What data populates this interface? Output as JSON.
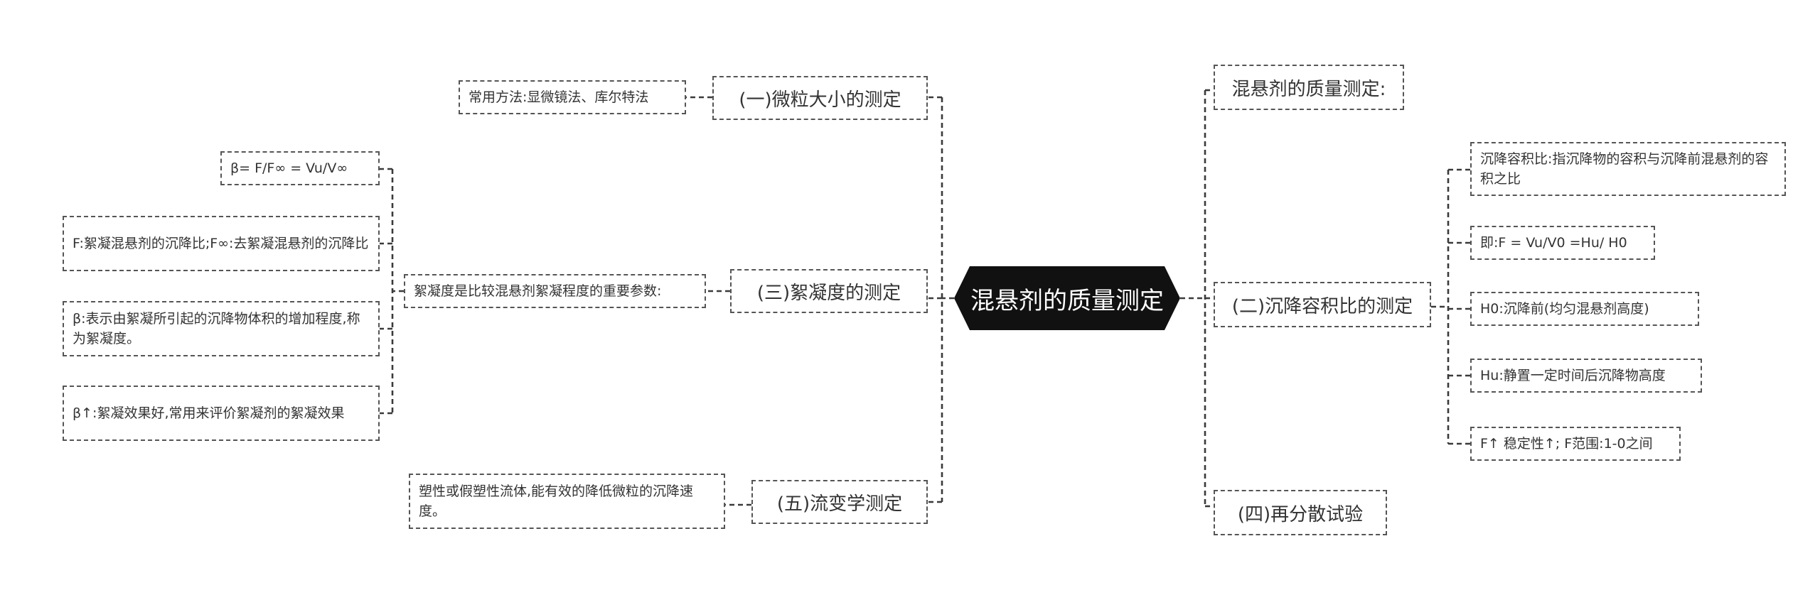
{
  "root": "混悬剂的质量测定",
  "right": {
    "quality": "混悬剂的质量测定:",
    "sedimentation": {
      "title": "(二)沉降容积比的测定",
      "items": [
        "沉降容积比:指沉降物的容积与沉降前混悬剂的容积之比",
        "即:F = Vu/V0 =Hu/ H0",
        "H0:沉降前(均匀混悬剂高度)",
        "Hu:静置一定时间后沉降物高度",
        "F↑ 稳定性↑; F范围:1-0之间"
      ]
    },
    "redispersion": "(四)再分散试验"
  },
  "left": {
    "particle_size": {
      "title": "(一)微粒大小的测定",
      "detail": "常用方法:显微镜法、库尔特法"
    },
    "flocculation": {
      "title": "(三)絮凝度的测定",
      "detail": "絮凝度是比较混悬剂絮凝程度的重要参数:",
      "items": [
        "β= F/F∞ = Vu/V∞",
        "F:絮凝混悬剂的沉降比;F∞:去絮凝混悬剂的沉降比",
        "β:表示由絮凝所引起的沉降物体积的增加程度,称为絮凝度。",
        "β↑:絮凝效果好,常用来评价絮凝剂的絮凝效果"
      ]
    },
    "rheology": {
      "title": "(五)流变学测定",
      "detail": "塑性或假塑性流体,能有效的降低微粒的沉降速度。"
    }
  }
}
